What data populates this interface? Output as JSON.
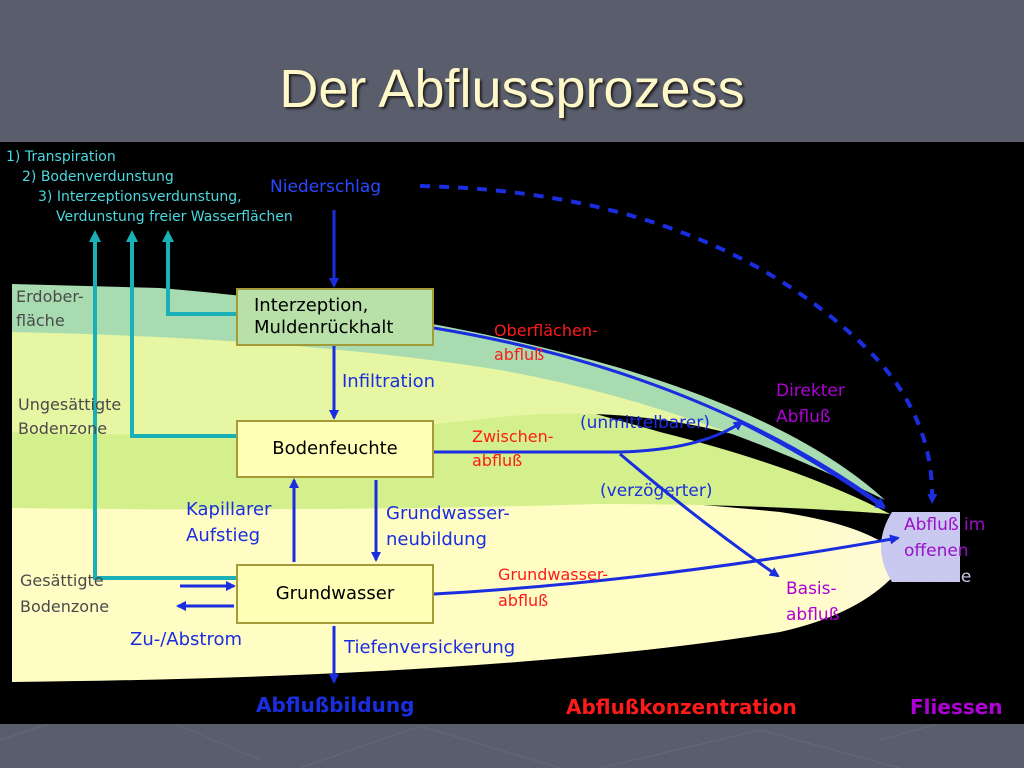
{
  "slide": {
    "title": "Der Abflussprozess"
  },
  "evaporation": {
    "line1": "1) Transpiration",
    "line2": "2) Bodenverdunstung",
    "line3": "3) Interzeptionsverdunstung,",
    "line4": "Verdunstung freier Wasserflächen"
  },
  "zones": {
    "surface": [
      "Erdober-",
      "fläche"
    ],
    "unsaturated": [
      "Ungesättigte",
      "Bodenzone"
    ],
    "saturated": [
      "Gesättigte",
      "Bodenzone"
    ]
  },
  "boxes": {
    "interception": [
      "Interzeption,",
      "Muldenrückhalt"
    ],
    "soil_moisture": "Bodenfeuchte",
    "groundwater": "Grundwasser"
  },
  "flows": {
    "precipitation": "Niederschlag",
    "infiltration": "Infiltration",
    "capillary": [
      "Kapillarer",
      "Aufstieg"
    ],
    "recharge": [
      "Grundwasser-",
      "neubildung"
    ],
    "inflow_outflow": "Zu-/Abstrom",
    "deep_percolation": "Tiefenversickerung",
    "surface_runoff": [
      "Oberflächen-",
      "abfluß"
    ],
    "interflow": [
      "Zwischen-",
      "abfluß"
    ],
    "immediate": "(unmittelbarer)",
    "delayed": "(verzögerter)",
    "groundwater_runoff": [
      "Grundwasser-",
      "abfluß"
    ],
    "direct_runoff": [
      "Direkter",
      "Abfluß"
    ],
    "base_flow": [
      "Basis-",
      "abfluß"
    ],
    "channel": [
      "Abfluß im",
      "offenen",
      "Gerinne"
    ]
  },
  "phases": {
    "formation": "Abflußbildung",
    "concentration": "Abflußkonzentration",
    "flow": "Fliessen"
  },
  "colors": {
    "background": "#5a5d6c",
    "title": "#fff8c8",
    "flow_blue": "#1a2ee0",
    "evap_teal": "#1ab0b8",
    "red_label": "#ff1a1a",
    "purple_label": "#b000d8",
    "box_fill": "#ffffb8"
  }
}
